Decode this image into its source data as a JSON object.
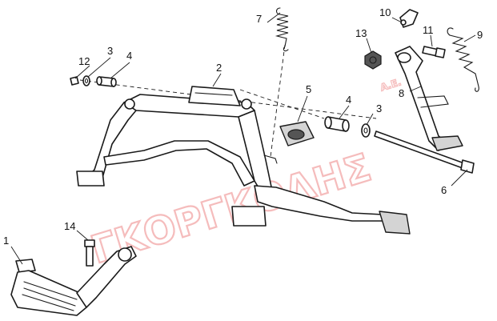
{
  "diagram": {
    "watermark": {
      "main": "ΓΚΟΡΓΚΟΛΗΣ",
      "suffix": "Α.Ε."
    },
    "callouts": [
      {
        "id": "1",
        "label": "1"
      },
      {
        "id": "2",
        "label": "2"
      },
      {
        "id": "3a",
        "label": "3"
      },
      {
        "id": "3b",
        "label": "3"
      },
      {
        "id": "4a",
        "label": "4"
      },
      {
        "id": "4b",
        "label": "4"
      },
      {
        "id": "5",
        "label": "5"
      },
      {
        "id": "6",
        "label": "6"
      },
      {
        "id": "7",
        "label": "7"
      },
      {
        "id": "8",
        "label": "8"
      },
      {
        "id": "9",
        "label": "9"
      },
      {
        "id": "10",
        "label": "10"
      },
      {
        "id": "11",
        "label": "11"
      },
      {
        "id": "12",
        "label": "12"
      },
      {
        "id": "13",
        "label": "13"
      },
      {
        "id": "14",
        "label": "14"
      }
    ],
    "colors": {
      "line": "#1a1a1a",
      "watermark": "#f2a6a6",
      "part_fill": "#ffffff",
      "shade": "#d4d4d4"
    }
  }
}
